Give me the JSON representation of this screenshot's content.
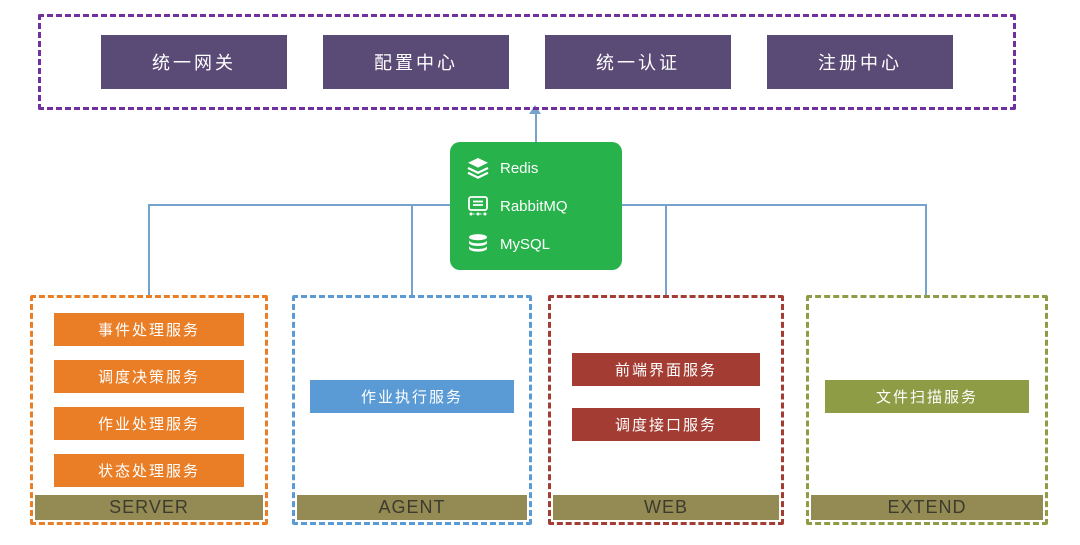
{
  "top_row": {
    "items": [
      {
        "label": "统一网关"
      },
      {
        "label": "配置中心"
      },
      {
        "label": "统一认证"
      },
      {
        "label": "注册中心"
      }
    ]
  },
  "middleware": {
    "items": [
      {
        "name": "Redis"
      },
      {
        "name": "RabbitMQ"
      },
      {
        "name": "MySQL"
      }
    ]
  },
  "groups": [
    {
      "name": "SERVER",
      "services": [
        "事件处理服务",
        "调度决策服务",
        "作业处理服务",
        "状态处理服务"
      ]
    },
    {
      "name": "AGENT",
      "services": [
        "作业执行服务"
      ]
    },
    {
      "name": "WEB",
      "services": [
        "前端界面服务",
        "调度接口服务"
      ]
    },
    {
      "name": "EXTEND",
      "services": [
        "文件扫描服务"
      ]
    }
  ],
  "colors": {
    "purple-border": "#7030a0",
    "purple-box": "#5a4a76",
    "green": "#27b24b",
    "orange": "#e97e27",
    "blue": "#5b9bd5",
    "red": "#a33c32",
    "olive": "#8e9c45",
    "footer-bg": "#948a54",
    "footer-text": "#3c3c2e",
    "line": "#76a3cd"
  }
}
